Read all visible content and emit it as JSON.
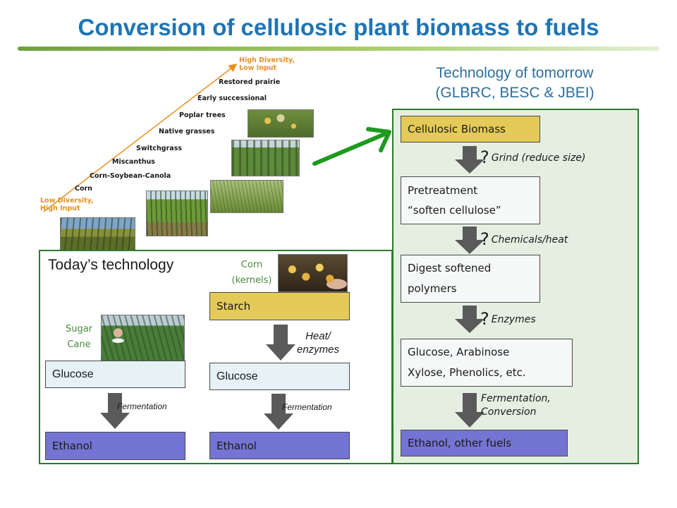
{
  "title": "Conversion of cellulosic plant biomass to fuels",
  "gradient": {
    "high_line1": "High Diversity,",
    "high_line2": "Low Input",
    "low_line1": "Low Diversity,",
    "low_line2": "High Input",
    "levels": [
      "Restored prairie",
      "Early successional",
      "Poplar trees",
      "Native grasses",
      "Switchgrass",
      "Miscanthus",
      "Corn-Soybean-Canola",
      "Corn"
    ]
  },
  "today": {
    "title": "Today’s technology",
    "sugar_line1": "Sugar",
    "sugar_line2": "Cane",
    "corn_line1": "Corn",
    "corn_line2": "(kernels)",
    "left_glucose": "Glucose",
    "left_fermentation": "Fermentation",
    "left_ethanol": "Ethanol",
    "starch": "Starch",
    "heat_line1": "Heat/",
    "heat_line2": "enzymes",
    "right_glucose": "Glucose",
    "right_fermentation": "Fermentation",
    "right_ethanol": "Ethanol"
  },
  "tomorrow": {
    "title_line1": "Technology of tomorrow",
    "title_line2": "(GLBRC, BESC & JBEI)",
    "cellulosic": "Cellulosic Biomass",
    "grind": "Grind (reduce size)",
    "pretreat_line1": "Pretreatment",
    "pretreat_line2": "“soften cellulose”",
    "chemicals": "Chemicals/heat",
    "digest_line1": "Digest softened",
    "digest_line2": "polymers",
    "enzymes": "Enzymes",
    "sugars_line1": "Glucose, Arabinose",
    "sugars_line2": "Xylose, Phenolics, etc.",
    "ferm_line1": "Fermentation,",
    "ferm_line2": "Conversion",
    "ethanol": "Ethanol, other fuels",
    "question_mark": "?"
  },
  "colors": {
    "title_blue": "#1f74b4",
    "box_green_border": "#2c7a2c",
    "arrow_green": "#1e9a1e",
    "starch_yellow": "#e4ca58",
    "ethanol_blue": "#7474d4",
    "arrow_gray": "#5a5a5a",
    "gradient_orange": "#e8901e"
  }
}
